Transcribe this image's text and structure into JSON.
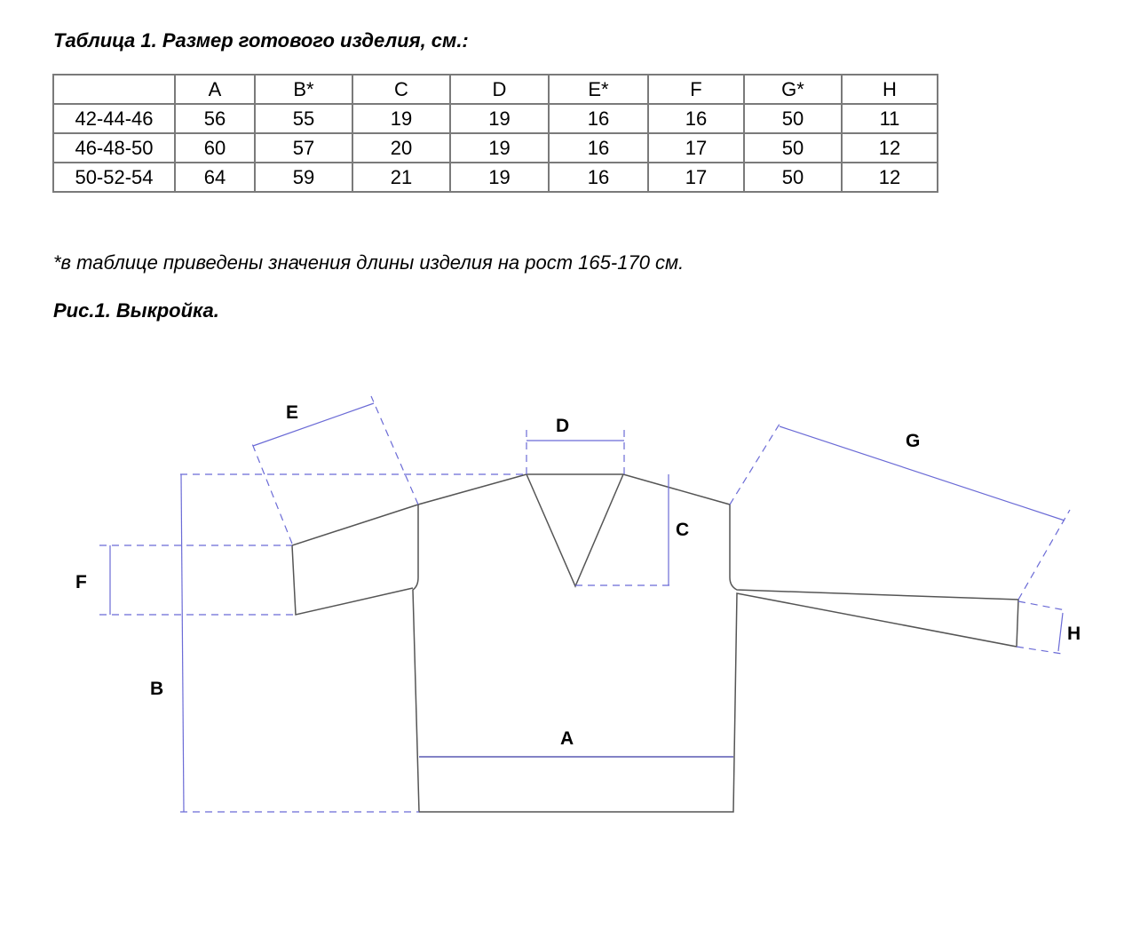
{
  "title": "Таблица 1. Размер готового изделия, см.:",
  "table": {
    "headers": [
      "",
      "A",
      "B*",
      "C",
      "D",
      "E*",
      "F",
      "G*",
      "H"
    ],
    "rows": [
      [
        "42-44-46",
        "56",
        "55",
        "19",
        "19",
        "16",
        "16",
        "50",
        "11"
      ],
      [
        "46-48-50",
        "60",
        "57",
        "20",
        "19",
        "16",
        "17",
        "50",
        "12"
      ],
      [
        "50-52-54",
        "64",
        "59",
        "21",
        "19",
        "16",
        "17",
        "50",
        "12"
      ]
    ]
  },
  "note": "*в таблице приведены значения длины изделия на рост 165-170 см.",
  "figure_title": "Рис.1. Выкройка.",
  "figure_labels": {
    "A": "A",
    "B": "B",
    "C": "C",
    "D": "D",
    "E": "E",
    "F": "F",
    "G": "G",
    "H": "H"
  },
  "colors": {
    "outline": "#555555",
    "dimension": "#6b6bd6",
    "table_border": "#7a7a7a"
  }
}
